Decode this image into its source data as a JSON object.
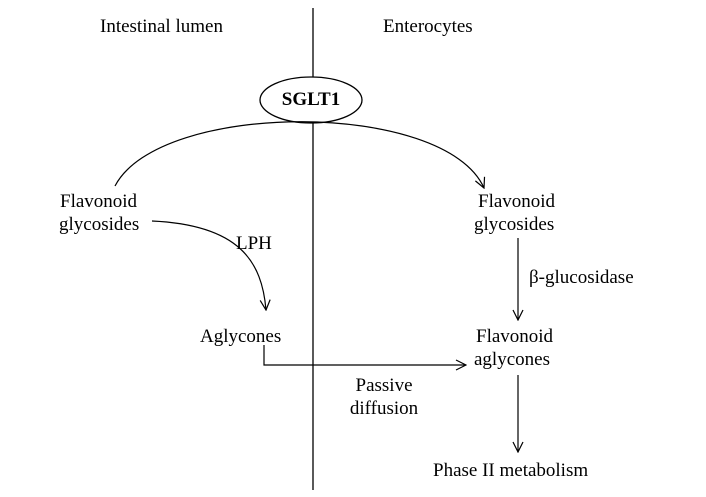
{
  "regions": {
    "left": "Intestinal lumen",
    "right": "Enterocytes"
  },
  "transporter": "SGLT1",
  "nodes": {
    "lumen_glycosides_line1": "Flavonoid",
    "lumen_glycosides_line2": "glycosides",
    "lumen_aglycones": "Aglycones",
    "cell_glycosides_line1": "Flavonoid",
    "cell_glycosides_line2": "glycosides",
    "cell_aglycones_line1": "Flavonoid",
    "cell_aglycones_line2": "aglycones",
    "phase2": "Phase II metabolism"
  },
  "edges": {
    "lph": "LPH",
    "glucosidase": "β-glucosidase",
    "passive_line1": "Passive",
    "passive_line2": "diffusion"
  },
  "colors": {
    "line": "#000000",
    "text": "#000000",
    "background": "#ffffff"
  }
}
